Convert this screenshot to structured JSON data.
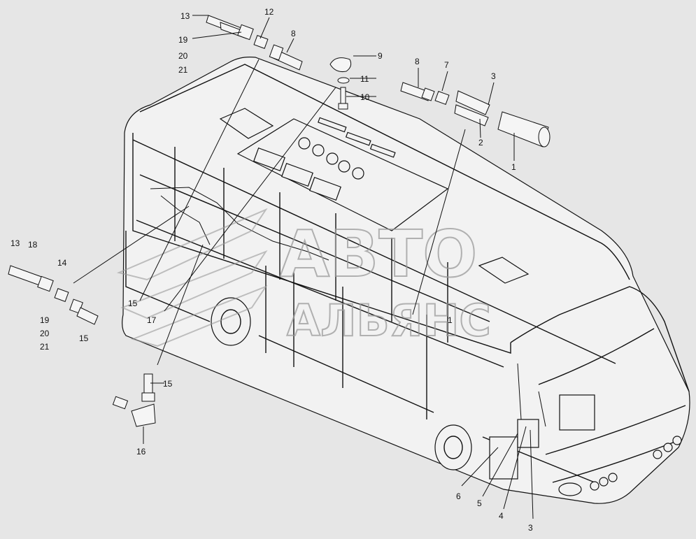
{
  "watermark": {
    "line1": "АВТО",
    "line2": "АЛЬЯНС"
  },
  "callouts": [
    {
      "id": "c13a",
      "text": "13"
    },
    {
      "id": "c12",
      "text": "12"
    },
    {
      "id": "c8a",
      "text": "8"
    },
    {
      "id": "c19a",
      "text": "19"
    },
    {
      "id": "c20a",
      "text": "20"
    },
    {
      "id": "c21a",
      "text": "21"
    },
    {
      "id": "c9",
      "text": "9"
    },
    {
      "id": "c11",
      "text": "11"
    },
    {
      "id": "c10",
      "text": "10"
    },
    {
      "id": "c8b",
      "text": "8"
    },
    {
      "id": "c7",
      "text": "7"
    },
    {
      "id": "c3a",
      "text": "3"
    },
    {
      "id": "c2",
      "text": "2"
    },
    {
      "id": "c1a",
      "text": "1"
    },
    {
      "id": "c13b",
      "text": "13"
    },
    {
      "id": "c18",
      "text": "18"
    },
    {
      "id": "c14",
      "text": "14"
    },
    {
      "id": "c19b",
      "text": "19"
    },
    {
      "id": "c20b",
      "text": "20"
    },
    {
      "id": "c21b",
      "text": "21"
    },
    {
      "id": "c15a",
      "text": "15"
    },
    {
      "id": "c15b",
      "text": "15"
    },
    {
      "id": "c17",
      "text": "17"
    },
    {
      "id": "c15c",
      "text": "15"
    },
    {
      "id": "c16",
      "text": "16"
    },
    {
      "id": "c1b",
      "text": "1"
    },
    {
      "id": "c6",
      "text": "6"
    },
    {
      "id": "c5",
      "text": "5"
    },
    {
      "id": "c4",
      "text": "4"
    },
    {
      "id": "c3b",
      "text": "3"
    }
  ]
}
